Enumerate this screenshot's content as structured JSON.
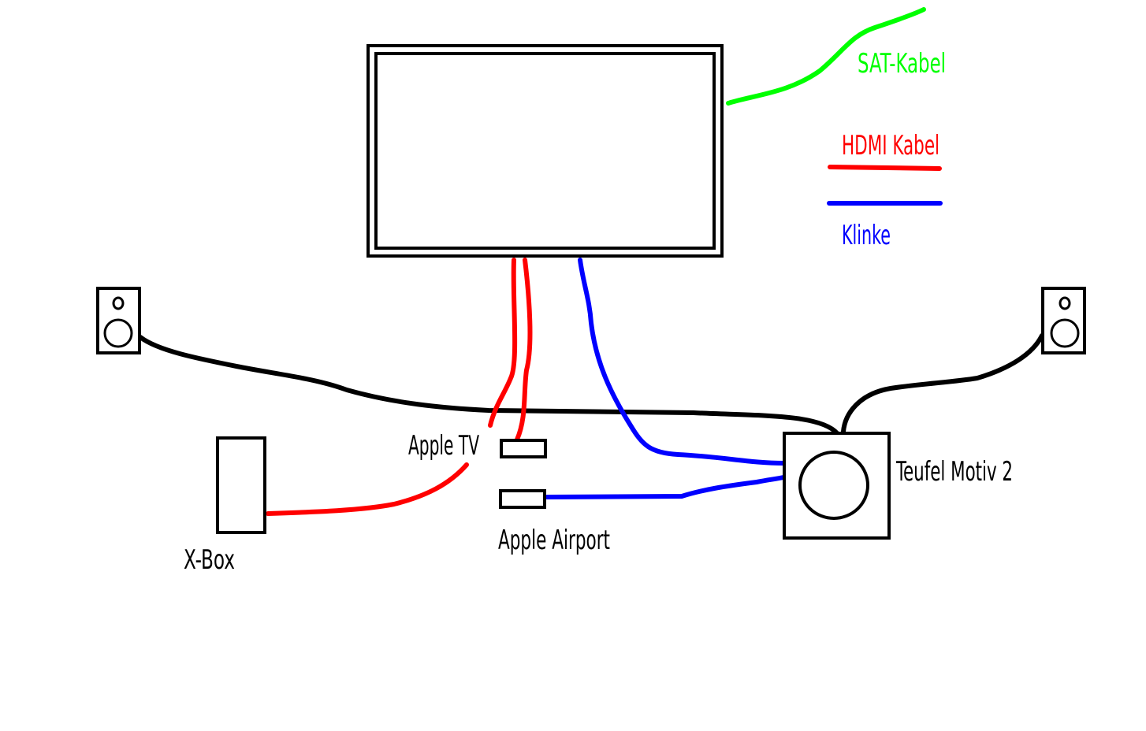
{
  "legend": {
    "sat": {
      "label": "SAT-Kabel",
      "color": "#00ff00"
    },
    "hdmi": {
      "label": "HDMI Kabel",
      "color": "#ff0000"
    },
    "klinke": {
      "label": "Klinke",
      "color": "#0000ff"
    }
  },
  "devices": {
    "apple_tv": "Apple TV",
    "apple_airport": "Apple Airport",
    "xbox": "X-Box",
    "subwoofer": "Teufel Motiv 2"
  },
  "colors": {
    "speaker_cable": "#000000"
  }
}
